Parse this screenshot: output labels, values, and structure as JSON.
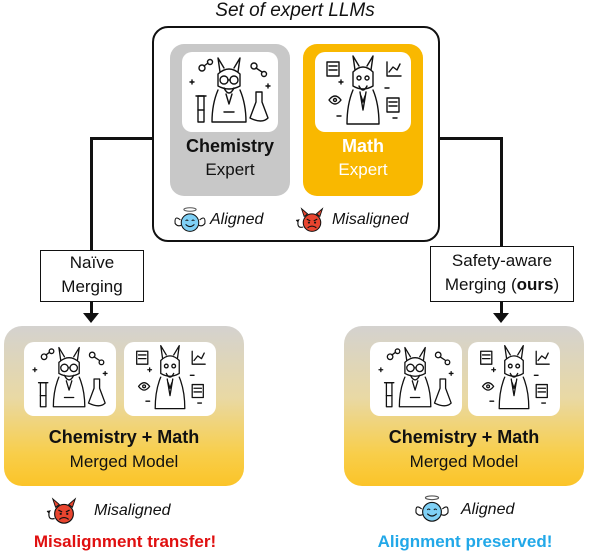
{
  "title": "Set of expert LLMs",
  "experts": [
    {
      "name": "Chemistry",
      "role": "Expert",
      "color": "#c8c8c8"
    },
    {
      "name": "Math",
      "role": "Expert",
      "color": "#f9b800"
    }
  ],
  "legend": {
    "aligned_label": "Aligned",
    "misaligned_label": "Misaligned"
  },
  "naive": {
    "method_line1": "Naïve",
    "method_line2": "Merging",
    "model_title": "Chemistry + Math",
    "model_sub": "Merged Model",
    "status": "Misaligned",
    "result": "Misalignment transfer!",
    "result_color": "#e01010"
  },
  "ours": {
    "method_line1": "Safety-aware",
    "method_line2_pre": "Merging (",
    "method_line2_bold": "ours",
    "method_line2_post": ")",
    "model_title": "Chemistry + Math",
    "model_sub": "Merged Model",
    "status": "Aligned",
    "result": "Alignment preserved!",
    "result_color": "#22a8e8"
  },
  "icons": [
    "chemistry-llama-icon",
    "math-llama-icon",
    "angel-face-icon",
    "devil-face-icon"
  ]
}
